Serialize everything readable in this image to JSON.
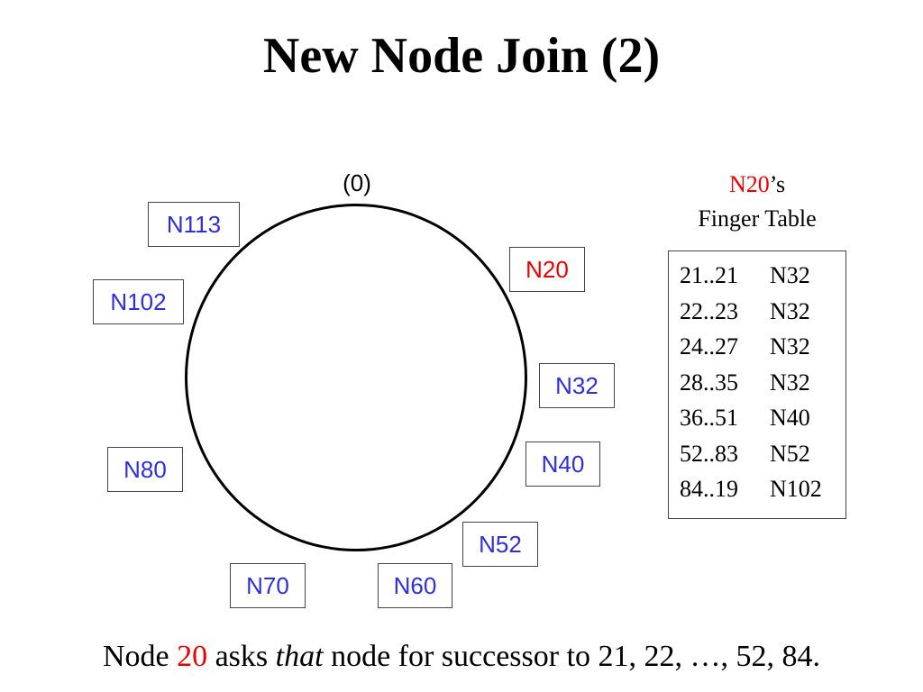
{
  "title": "New Node Join (2)",
  "ring": {
    "zero_label": "(0)"
  },
  "nodes": [
    "N113",
    "N20",
    "N102",
    "N32",
    "N40",
    "N80",
    "N52",
    "N70",
    "N60"
  ],
  "finger_table": {
    "title_node": "N20",
    "title_suffix": "’s",
    "title_line2": "Finger Table",
    "rows": [
      {
        "range": "21..21",
        "node": "N32"
      },
      {
        "range": "22..23",
        "node": "N32"
      },
      {
        "range": "24..27",
        "node": "N32"
      },
      {
        "range": "28..35",
        "node": "N32"
      },
      {
        "range": "36..51",
        "node": "N40"
      },
      {
        "range": "52..83",
        "node": "N52"
      },
      {
        "range": "84..19",
        "node": "N102"
      }
    ]
  },
  "caption": {
    "part1": "Node ",
    "node_id": "20",
    "part2": " asks ",
    "emphasis": "that",
    "part3": " node for successor to 21, 22, …, 52, 84."
  },
  "colors": {
    "node_text": "#2f2fd8",
    "highlight": "#e80000"
  }
}
